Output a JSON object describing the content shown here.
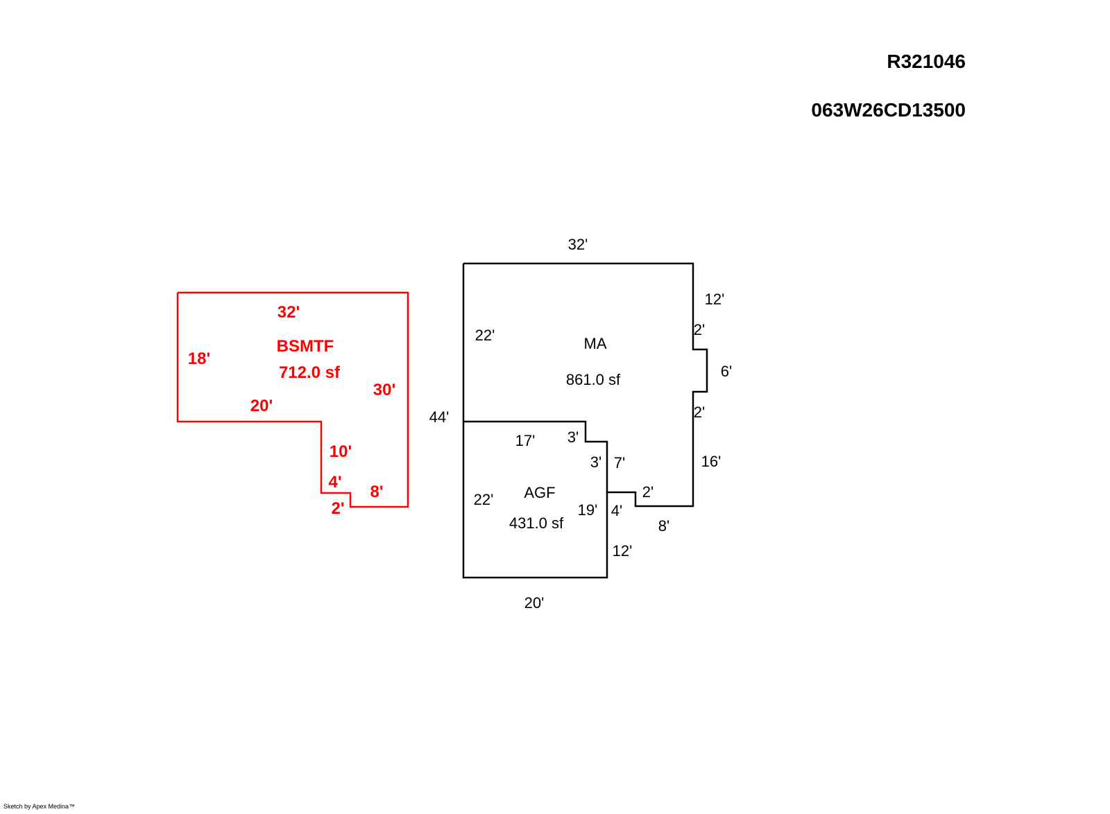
{
  "header": {
    "account_id": "R321046",
    "map_tax_lot": "063W26CD13500"
  },
  "colors": {
    "basement": "#ff0000",
    "main": "#000000"
  },
  "basement": {
    "name": "BSMTF",
    "area": "712.0 sf",
    "dims": {
      "top": "32'",
      "left": "18'",
      "right": "30'",
      "step_top": "20'",
      "step_side": "10'",
      "notch_side": "4'",
      "notch_bottom": "2'",
      "bottom": "8'"
    }
  },
  "main_area": {
    "name": "MA",
    "area": "861.0 sf",
    "dims": {
      "top": "32'",
      "right_upper": "12'",
      "bump_top": "2'",
      "bump": "6'",
      "bump_bottom": "2'",
      "right_lower": "16'",
      "inner_left": "22'",
      "outer_left": "44'",
      "inner_step": "7'",
      "notch_top": "2'",
      "notch_side": "4'",
      "bottom": "8'",
      "lower_right": "12'"
    }
  },
  "garage": {
    "name": "AGF",
    "area": "431.0 sf",
    "dims": {
      "top": "17'",
      "step_top": "3'",
      "step_side": "3'",
      "left": "22'",
      "right": "19'",
      "bottom": "20'"
    }
  },
  "footer": {
    "credit": "Sketch by Apex Medina™"
  }
}
